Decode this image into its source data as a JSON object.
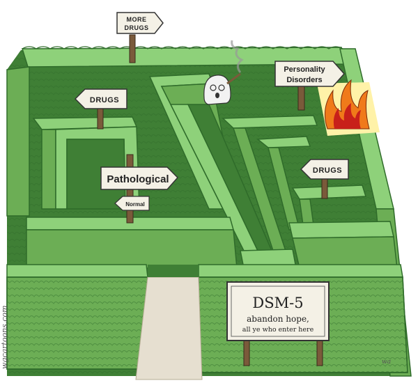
{
  "signs": {
    "more_drugs_line1": "MORE",
    "more_drugs_line2": "DRUGS",
    "drugs_left": "DRUGS",
    "drugs_right": "DRUGS",
    "pathological": "Pathological",
    "normal": "Normal",
    "personality_line1": "Personality",
    "personality_line2": "Disorders"
  },
  "dsm_board": {
    "title": "DSM-5",
    "line1": "abandon hope,",
    "line2": "all ye who enter here"
  },
  "credit": {
    "watermark": "wgcartoons.com",
    "signature": "wa"
  },
  "colors": {
    "hedge_light": "#8ed17a",
    "hedge_mid": "#6cae55",
    "hedge_dark": "#3f7f35",
    "path": "#e6dfd0",
    "sign_face": "#f4f1e6",
    "post": "#7a5a3a",
    "fire_orange": "#f07a1a",
    "fire_red": "#c8201a",
    "glow": "#fff2a8"
  }
}
